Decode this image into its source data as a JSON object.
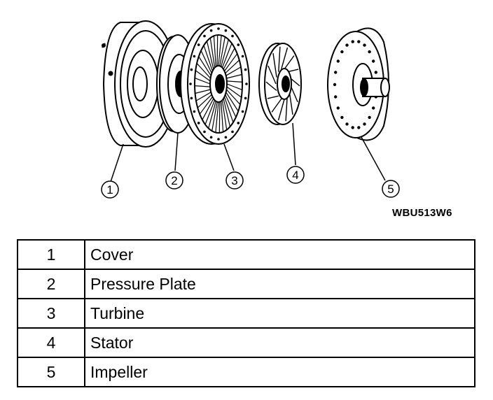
{
  "diagram": {
    "figure_code": "WBU513W6",
    "callouts": [
      "1",
      "2",
      "3",
      "4",
      "5"
    ]
  },
  "legend": {
    "rows": [
      {
        "number": "1",
        "name": "Cover"
      },
      {
        "number": "2",
        "name": "Pressure Plate"
      },
      {
        "number": "3",
        "name": "Turbine"
      },
      {
        "number": "4",
        "name": "Stator"
      },
      {
        "number": "5",
        "name": "Impeller"
      }
    ]
  }
}
